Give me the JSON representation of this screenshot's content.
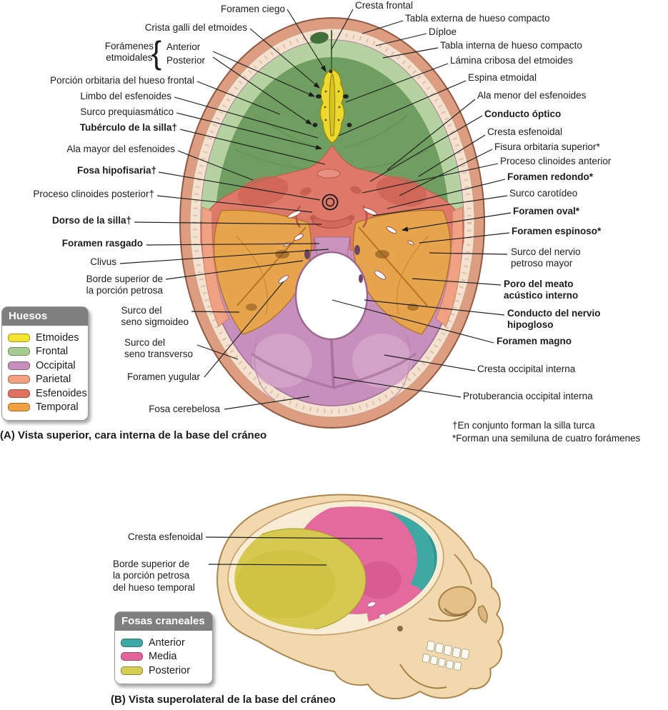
{
  "figure_a": {
    "caption": "(A) Vista superior, cara interna de la base del cráneo",
    "footnotes": "†En conjunto forman la silla turca\n*Forman una semiluna de cuatro forámenes",
    "bracket_group": {
      "label": "Forámenes\netmoidales",
      "top": "Anterior",
      "bottom": "Posterior"
    },
    "left_labels": [
      {
        "text": "Foramen ciego",
        "bold": false
      },
      {
        "text": "Crista galli del etmoides",
        "bold": false
      },
      {
        "text": "Porción orbitaria del hueso frontal",
        "bold": false
      },
      {
        "text": "Limbo del esfenoides",
        "bold": false
      },
      {
        "text": "Surco prequiasmático",
        "bold": false
      },
      {
        "text": "Tubérculo de la silla†",
        "bold": true
      },
      {
        "text": "Ala mayor del esfenoides",
        "bold": false
      },
      {
        "text": "Fosa hipofisaria†",
        "bold": true
      },
      {
        "text": "Proceso clinoides posterior†",
        "bold": false
      },
      {
        "text": "Dorso de la silla†",
        "bold": true
      },
      {
        "text": "Foramen rasgado",
        "bold": true
      },
      {
        "text": "Clivus",
        "bold": false
      },
      {
        "text": "Borde superior de\nla porción petrosa",
        "bold": false
      },
      {
        "text": "Surco del\nseno sigmoideo",
        "bold": false
      },
      {
        "text": "Surco del\nseno transverso",
        "bold": false
      },
      {
        "text": "Foramen yugular",
        "bold": false
      },
      {
        "text": "Fosa cerebelosa",
        "bold": false
      }
    ],
    "right_labels": [
      {
        "text": "Cresta frontal",
        "bold": false
      },
      {
        "text": "Tabla externa de hueso compacto",
        "bold": false
      },
      {
        "text": "Díploe",
        "bold": false
      },
      {
        "text": "Tabla interna de hueso compacto",
        "bold": false
      },
      {
        "text": "Lámina cribosa del etmoides",
        "bold": false
      },
      {
        "text": "Espina etmoidal",
        "bold": false
      },
      {
        "text": "Ala menor del esfenoides",
        "bold": false
      },
      {
        "text": "Conducto óptico",
        "bold": true
      },
      {
        "text": "Cresta esfenoidal",
        "bold": false
      },
      {
        "text": "Fisura orbitaria superior*",
        "bold": false
      },
      {
        "text": "Proceso clinoides anterior",
        "bold": false
      },
      {
        "text": "Foramen redondo*",
        "bold": true
      },
      {
        "text": "Surco carotídeo",
        "bold": false
      },
      {
        "text": "Foramen oval*",
        "bold": true
      },
      {
        "text": "Foramen espinoso*",
        "bold": true
      },
      {
        "text": "Surco del nervio\npetroso mayor",
        "bold": false
      },
      {
        "text": "Poro del meato\nacústico interno",
        "bold": true
      },
      {
        "text": "Conducto del nervio\nhipogloso",
        "bold": true
      },
      {
        "text": "Foramen magno",
        "bold": true
      },
      {
        "text": "Cresta occipital interna",
        "bold": false
      },
      {
        "text": "Protuberancia occipital interna",
        "bold": false
      }
    ]
  },
  "legend_bones": {
    "title": "Huesos",
    "items": [
      {
        "label": "Etmoides",
        "color": "#f2e430"
      },
      {
        "label": "Frontal",
        "color": "#a6cd91"
      },
      {
        "label": "Occipital",
        "color": "#c78fbb"
      },
      {
        "label": "Parietal",
        "color": "#f2a181"
      },
      {
        "label": "Esfenoides",
        "color": "#e0705f"
      },
      {
        "label": "Temporal",
        "color": "#f0a143"
      }
    ]
  },
  "figure_b": {
    "caption": "(B) Vista superolateral de la base del cráneo",
    "labels": [
      {
        "text": "Cresta esfenoidal"
      },
      {
        "text": "Borde superior de\nla porción petrosa\ndel hueso temporal"
      }
    ]
  },
  "legend_fossae": {
    "title": "Fosas craneales",
    "items": [
      {
        "label": "Anterior",
        "color": "#3baaa6"
      },
      {
        "label": "Media",
        "color": "#e3639b"
      },
      {
        "label": "Posterior",
        "color": "#d6ce52"
      }
    ]
  }
}
